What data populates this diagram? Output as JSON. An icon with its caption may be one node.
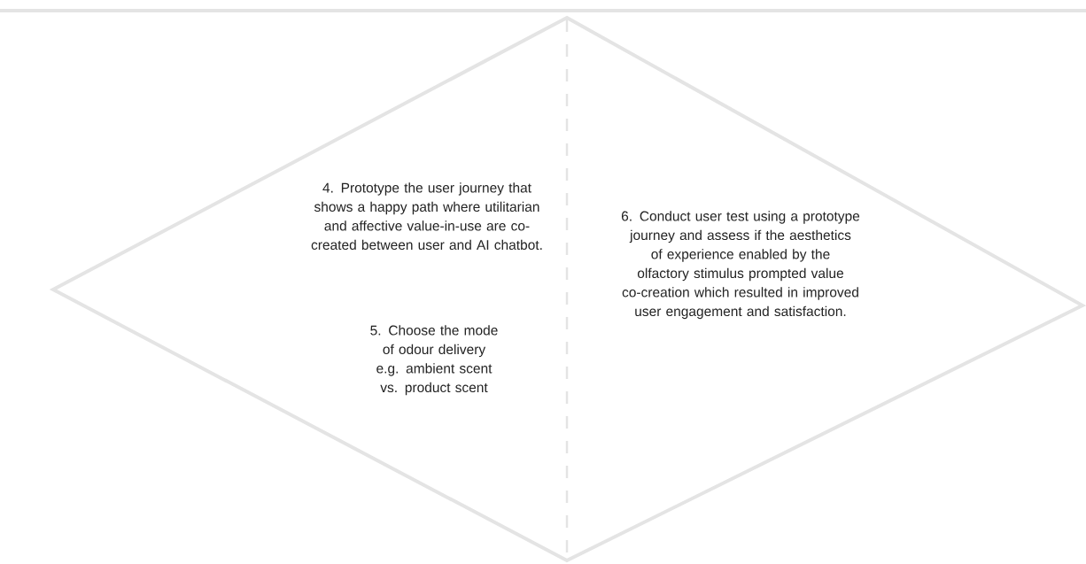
{
  "diagram": {
    "nodes": [
      {
        "text": [
          "4. Prototype the user journey that shows a happy path where utilitarian and affective value-in-use are co-created between user and AI chatbot.",
          "5. Choose the mode of odour delivery e.g. ambient scent vs. product scent",
          "6. Conduct user test using a prototype journey and assess if the aesthetics of experience enabled by the olfactory stimulus prompted value co-creation which resulted in improved user engagement and satisfaction."
        ]
      }
    ]
  }
}
